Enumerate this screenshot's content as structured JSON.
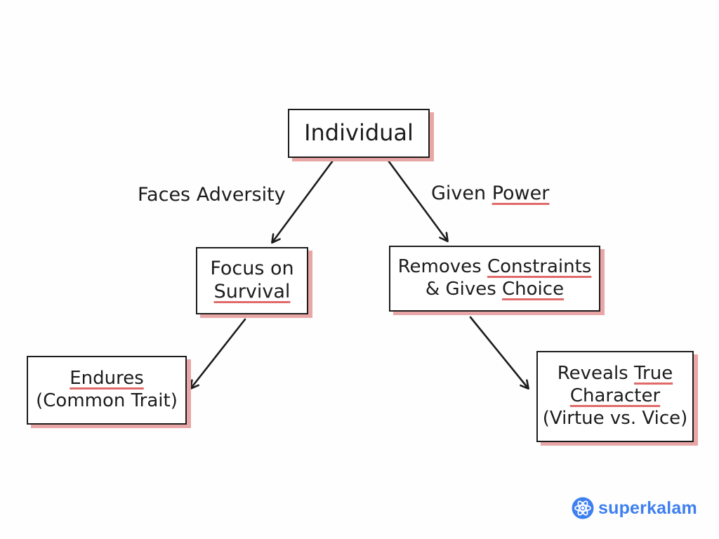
{
  "nodes": {
    "individual": {
      "line1": "Individual"
    },
    "focus_survival": {
      "line1_a": "Focus on",
      "line2_u": "Survival"
    },
    "removes_constraints": {
      "line1_a": "Removes ",
      "line1_u": "Constraints",
      "line2_a": "& Gives ",
      "line2_u": "Choice"
    },
    "endures": {
      "line1_u": "Endures",
      "line2_a": "(Common Trait)"
    },
    "reveals_character": {
      "line1_a": "Reveals ",
      "line1_u": "True",
      "line2_u": "Character",
      "line3_a": "(Virtue vs. Vice)"
    }
  },
  "edges": [
    {
      "from": "individual",
      "to": "focus_survival",
      "label": "Faces Adversity"
    },
    {
      "from": "individual",
      "to": "removes_constraints",
      "label_a": "Given ",
      "label_u": "Power"
    },
    {
      "from": "focus_survival",
      "to": "endures"
    },
    {
      "from": "removes_constraints",
      "to": "reveals_character"
    }
  ],
  "brand": {
    "name": "superkalam",
    "icon": "atom-logo-icon",
    "color": "#3d7ff0"
  },
  "colors": {
    "ink": "#1c1c1c",
    "shadow": "#e9a6a6",
    "underline": "#e06a6a"
  }
}
